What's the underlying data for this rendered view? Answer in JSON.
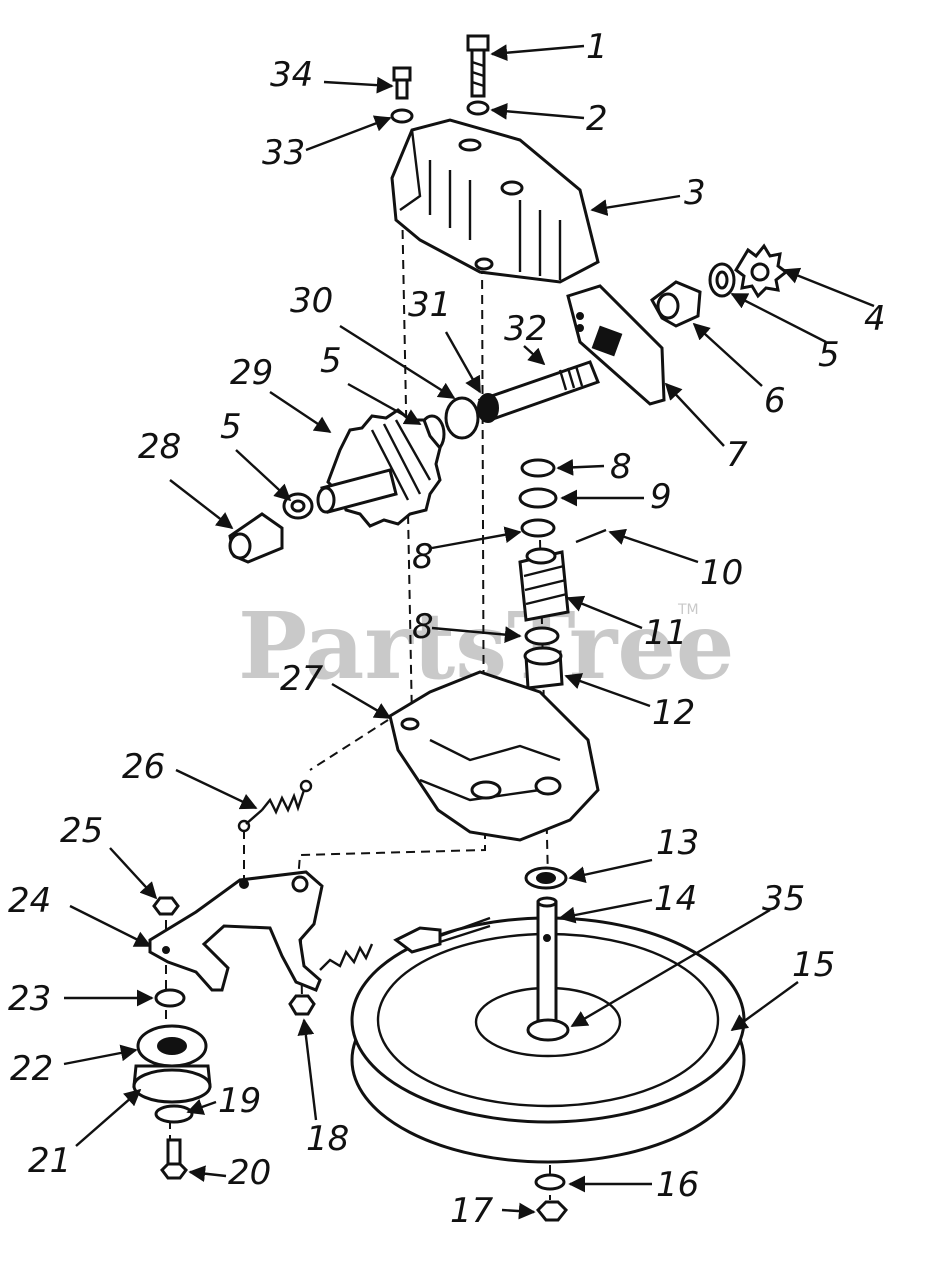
{
  "watermark": {
    "brand": "PartsTree",
    "trademark": "TM"
  },
  "callouts": [
    {
      "id": "1",
      "label": "1"
    },
    {
      "id": "2",
      "label": "2"
    },
    {
      "id": "3",
      "label": "3"
    },
    {
      "id": "4",
      "label": "4"
    },
    {
      "id": "5a",
      "label": "5"
    },
    {
      "id": "6",
      "label": "6"
    },
    {
      "id": "7",
      "label": "7"
    },
    {
      "id": "8a",
      "label": "8"
    },
    {
      "id": "9",
      "label": "9"
    },
    {
      "id": "8b",
      "label": "8"
    },
    {
      "id": "10",
      "label": "10"
    },
    {
      "id": "11",
      "label": "11"
    },
    {
      "id": "8c",
      "label": "8"
    },
    {
      "id": "12",
      "label": "12"
    },
    {
      "id": "13",
      "label": "13"
    },
    {
      "id": "14",
      "label": "14"
    },
    {
      "id": "35",
      "label": "35"
    },
    {
      "id": "15",
      "label": "15"
    },
    {
      "id": "16",
      "label": "16"
    },
    {
      "id": "17",
      "label": "17"
    },
    {
      "id": "18",
      "label": "18"
    },
    {
      "id": "19",
      "label": "19"
    },
    {
      "id": "20",
      "label": "20"
    },
    {
      "id": "21",
      "label": "21"
    },
    {
      "id": "22",
      "label": "22"
    },
    {
      "id": "23",
      "label": "23"
    },
    {
      "id": "24",
      "label": "24"
    },
    {
      "id": "25",
      "label": "25"
    },
    {
      "id": "26",
      "label": "26"
    },
    {
      "id": "27",
      "label": "27"
    },
    {
      "id": "28",
      "label": "28"
    },
    {
      "id": "5b",
      "label": "5"
    },
    {
      "id": "29",
      "label": "29"
    },
    {
      "id": "5c",
      "label": "5"
    },
    {
      "id": "30",
      "label": "30"
    },
    {
      "id": "31",
      "label": "31"
    },
    {
      "id": "32",
      "label": "32"
    },
    {
      "id": "33",
      "label": "33"
    },
    {
      "id": "34",
      "label": "34"
    }
  ]
}
